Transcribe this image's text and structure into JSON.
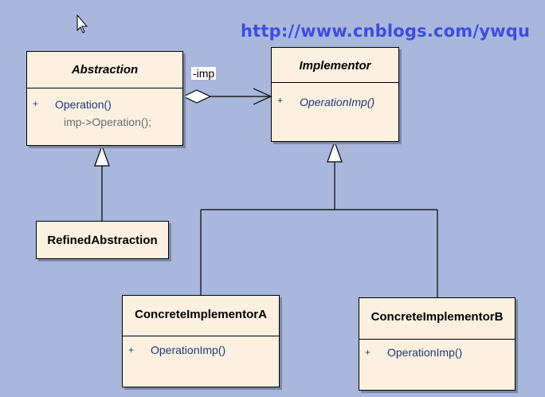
{
  "watermark": "http://www.cnblogs.com/ywqu",
  "association_role": "-imp",
  "classes": {
    "abstraction": {
      "name": "Abstraction",
      "operation_visibility": "+",
      "operation": "Operation()",
      "note": "imp->Operation();"
    },
    "implementor": {
      "name": "Implementor",
      "operation_visibility": "+",
      "operation": "OperationImp()"
    },
    "refined_abstraction": {
      "name": "RefinedAbstraction"
    },
    "concrete_a": {
      "name": "ConcreteImplementorA",
      "operation_visibility": "+",
      "operation": "OperationImp()"
    },
    "concrete_b": {
      "name": "ConcreteImplementorB",
      "operation_visibility": "+",
      "operation": "OperationImp()"
    }
  },
  "colors": {
    "background": "#a9b7dc",
    "class_fill": "#fcf0e0",
    "watermark": "#3d4de0",
    "operation_text": "#1a3a7a"
  }
}
